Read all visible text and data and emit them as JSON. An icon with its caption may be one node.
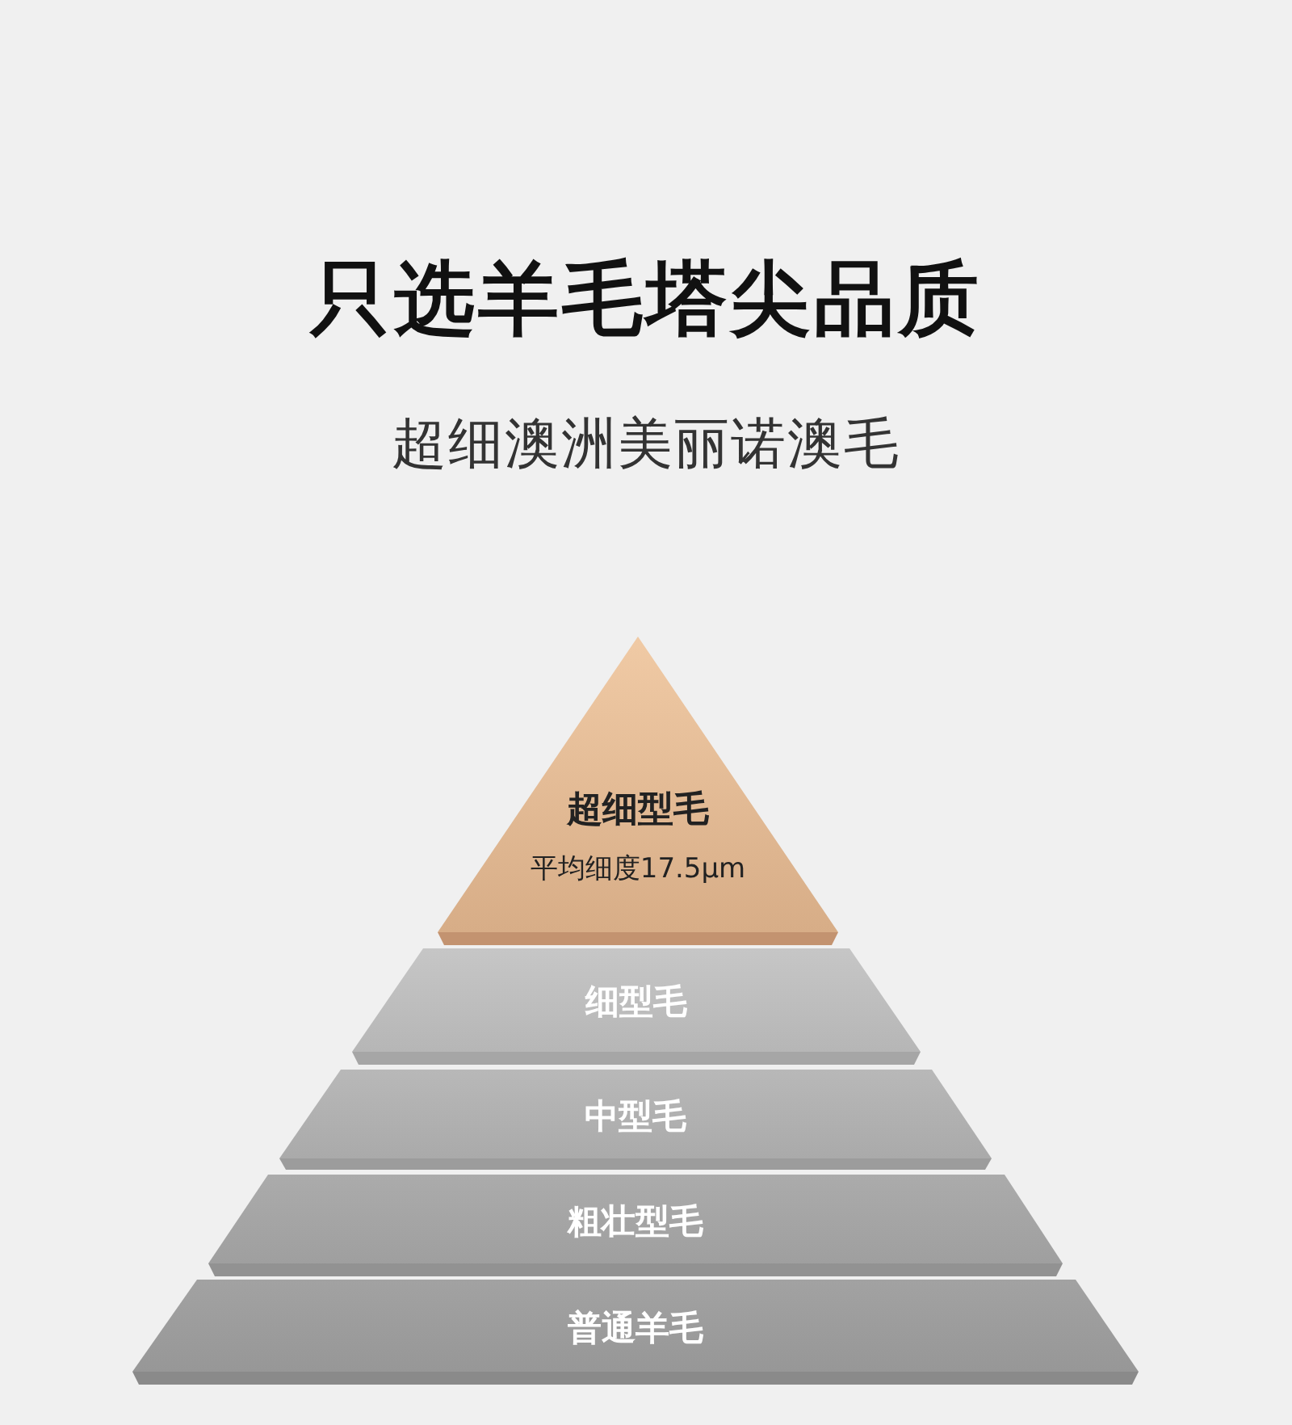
{
  "diagram": {
    "title": "只选羊毛塔尖品质",
    "nodes": [
      {
        "text": [
          "超细型毛",
          "平均细度17.5μm"
        ]
      },
      {
        "text": [
          "细型毛"
        ]
      },
      {
        "text": [
          "中型毛"
        ]
      },
      {
        "text": [
          "粗壮型毛"
        ]
      },
      {
        "text": [
          "普通羊毛"
        ]
      }
    ],
    "labels": [
      "超细澳洲美丽诺澳毛"
    ]
  }
}
